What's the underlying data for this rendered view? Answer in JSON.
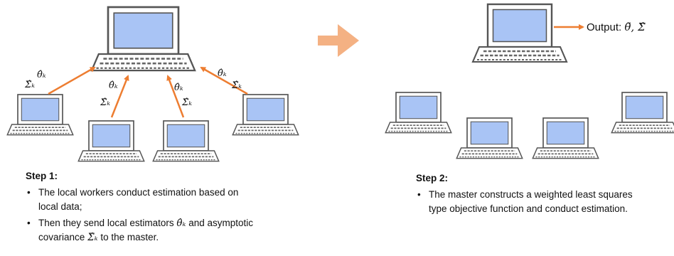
{
  "step1": {
    "title": "Step 1:",
    "bullet1": "The local workers conduct estimation based on local data;",
    "bullet2_pre": "Then they send local estimators",
    "bullet2_theta": "θ̂ₖ",
    "bullet2_mid": "and asymptotic covariance",
    "bullet2_sigma": "Σ̂ₖ",
    "bullet2_post": "to the master."
  },
  "step2": {
    "title": "Step 2:",
    "bullet1": "The master constructs a weighted least squares type objective function and conduct estimation."
  },
  "labels": {
    "theta_k": "θ̂ₖ",
    "sigma_k": "Σ̂ₖ",
    "output_prefix": "Output: ",
    "output_math": "θ̃, Σ̂"
  },
  "colors": {
    "arrow": "#ED7D31",
    "big_arrow": "#F4B183",
    "screen": "#A9C4F5",
    "laptop_body": "#ffffff",
    "laptop_stroke": "#555555"
  },
  "icons": {
    "laptop": "laptop-icon",
    "transition_arrow": "right-arrow-icon"
  }
}
